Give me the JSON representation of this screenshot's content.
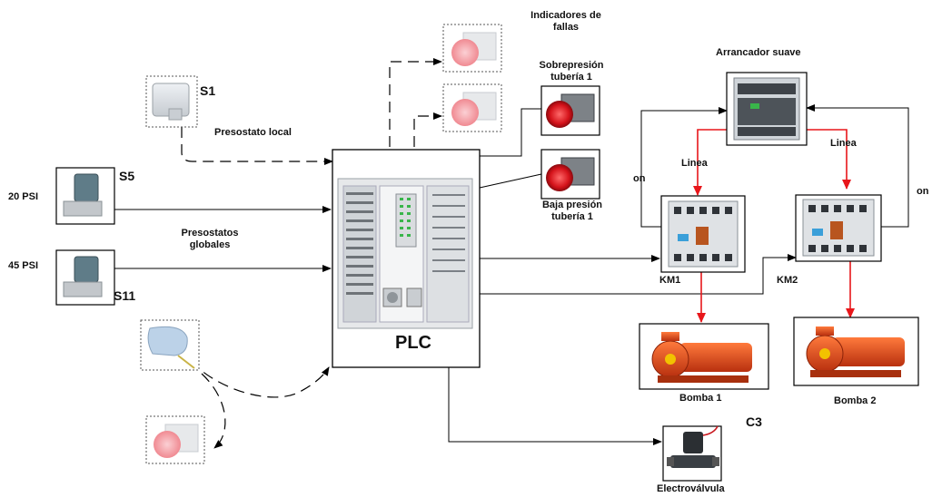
{
  "labels": {
    "indicadores": [
      "Indicadores de",
      "fallas"
    ],
    "arrancador": "Arrancador suave",
    "sobrepresion": [
      "Sobrepresión",
      "tubería 1"
    ],
    "baja": [
      "Baja presión",
      "tubería 1"
    ],
    "s1": "S1",
    "s5": "S5",
    "s11": "S11",
    "presostato_local": "Presostato local",
    "presostatos_globales": [
      "Presostatos",
      "globales"
    ],
    "psi20": "20 PSI",
    "psi45": "45 PSI",
    "plc": "PLC",
    "linea_left": "Linea",
    "linea_right": "Linea",
    "on_left": "on",
    "on_right": "on",
    "km1": "KM1",
    "km2": "KM2",
    "bomba1": "Bomba 1",
    "bomba2": "Bomba 2",
    "c3": "C3",
    "electrovalvula": "Electroválvula"
  },
  "colors": {
    "line": "#000000",
    "power_line": "#e8161a",
    "indicator_red": "#e0151b",
    "indicator_faded": "#f4a2a8",
    "pump": "#d9401e",
    "device_gray": "#9aa0a6"
  }
}
